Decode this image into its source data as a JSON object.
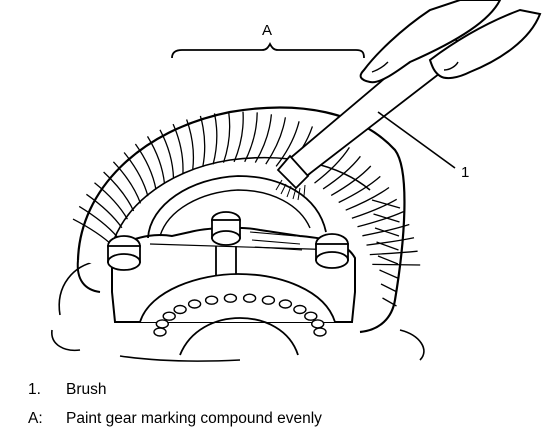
{
  "callouts": {
    "a": "A",
    "one": "1"
  },
  "legend": {
    "items": [
      {
        "key": "1.",
        "text": "Brush"
      },
      {
        "key": "A:",
        "text": "Paint gear marking compound evenly"
      }
    ]
  },
  "colors": {
    "ink": "#000000",
    "paper": "#ffffff"
  }
}
